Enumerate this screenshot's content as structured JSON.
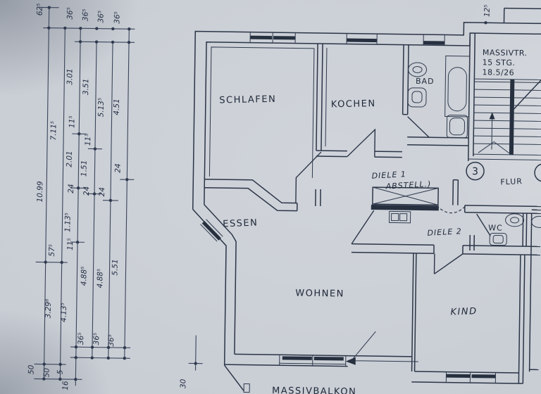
{
  "colors": {
    "paper": "#c8cdd4",
    "ink": "#2b3547"
  },
  "rooms": {
    "schlafen": "SCHLAFEN",
    "kochen": "KOCHEN",
    "bad": "BAD",
    "essen": "ESSEN",
    "wohnen": "WOHNEN",
    "kind": "KIND",
    "diele1": "DIELE 1",
    "abstell": "ABSTELL.)",
    "diele2": "DIELE 2",
    "flur": "FLUR",
    "wc": "WC",
    "balkon": "MASSIVBALKON"
  },
  "stairs_note": {
    "line1": "MASSIVTR.",
    "line2": "15 STG.",
    "line3": "18.5/26"
  },
  "apartment": {
    "number": "3"
  },
  "dims": [
    "62⁵",
    "36⁵",
    "36⁵",
    "36⁵",
    "36⁵",
    "3.01",
    "3.51",
    "5.13⁵",
    "4.51",
    "7.11⁵",
    "11⁵",
    "11⁵",
    "2.01",
    "1.51",
    "24",
    "10.99",
    "24",
    "24",
    "24",
    "1.13⁵",
    "11⁵",
    "57⁵",
    "4.88⁵",
    "4.88⁵",
    "5.51",
    "3.29⁸",
    "4.13⁵",
    "36⁵",
    "36⁵",
    "36⁵",
    "50",
    "50",
    "5",
    "16",
    "30",
    "12⁵"
  ]
}
